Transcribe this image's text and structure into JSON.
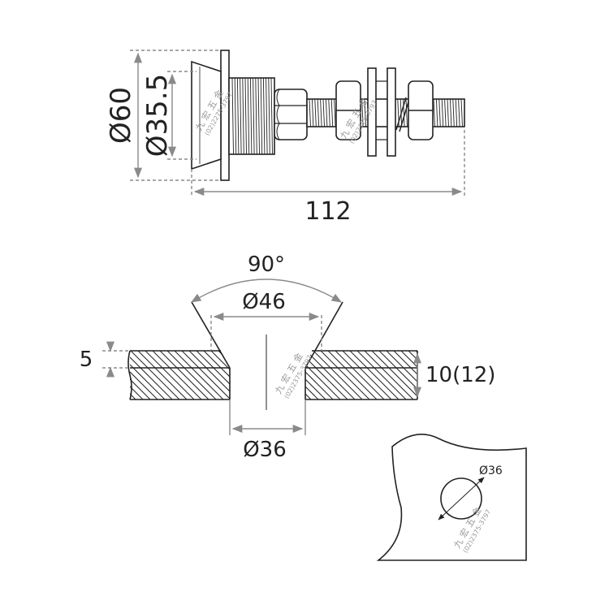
{
  "colors": {
    "line": "#222222",
    "dim_line": "#8a8a8a",
    "watermark": "#999999",
    "background": "#ffffff"
  },
  "top_view": {
    "dim_outer": "Ø60",
    "dim_inner": "Ø35.5",
    "dim_length": "112",
    "watermark_name": "九宏五金",
    "watermark_phone": "(02)2275-3797"
  },
  "section_view": {
    "angle": "90°",
    "dim_top": "Ø46",
    "dim_bottom": "Ø36",
    "dim_recess": "5",
    "dim_thickness": "10(12)",
    "watermark_name": "九宏五金",
    "watermark_phone": "(02)2375-3797"
  },
  "plate_view": {
    "hole_dim": "Ø36",
    "watermark_name": "九宏五金",
    "watermark_phone": "(02)2375-3797"
  }
}
